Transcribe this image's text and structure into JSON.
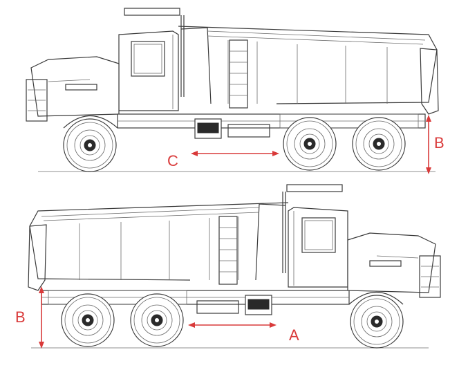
{
  "diagram": {
    "views": [
      {
        "id": "upper-truck-left-facing",
        "dimensions": [
          {
            "label": "B",
            "kind": "height"
          },
          {
            "label": "C",
            "kind": "length"
          }
        ]
      },
      {
        "id": "lower-truck-right-facing",
        "dimensions": [
          {
            "label": "B",
            "kind": "height"
          },
          {
            "label": "A",
            "kind": "length"
          }
        ]
      }
    ],
    "colors": {
      "dimension": "#d93a3a",
      "linework": "#3a3a3a",
      "background": "#ffffff"
    },
    "icons": [
      "dump-truck-drawing",
      "wheel-icon"
    ]
  }
}
